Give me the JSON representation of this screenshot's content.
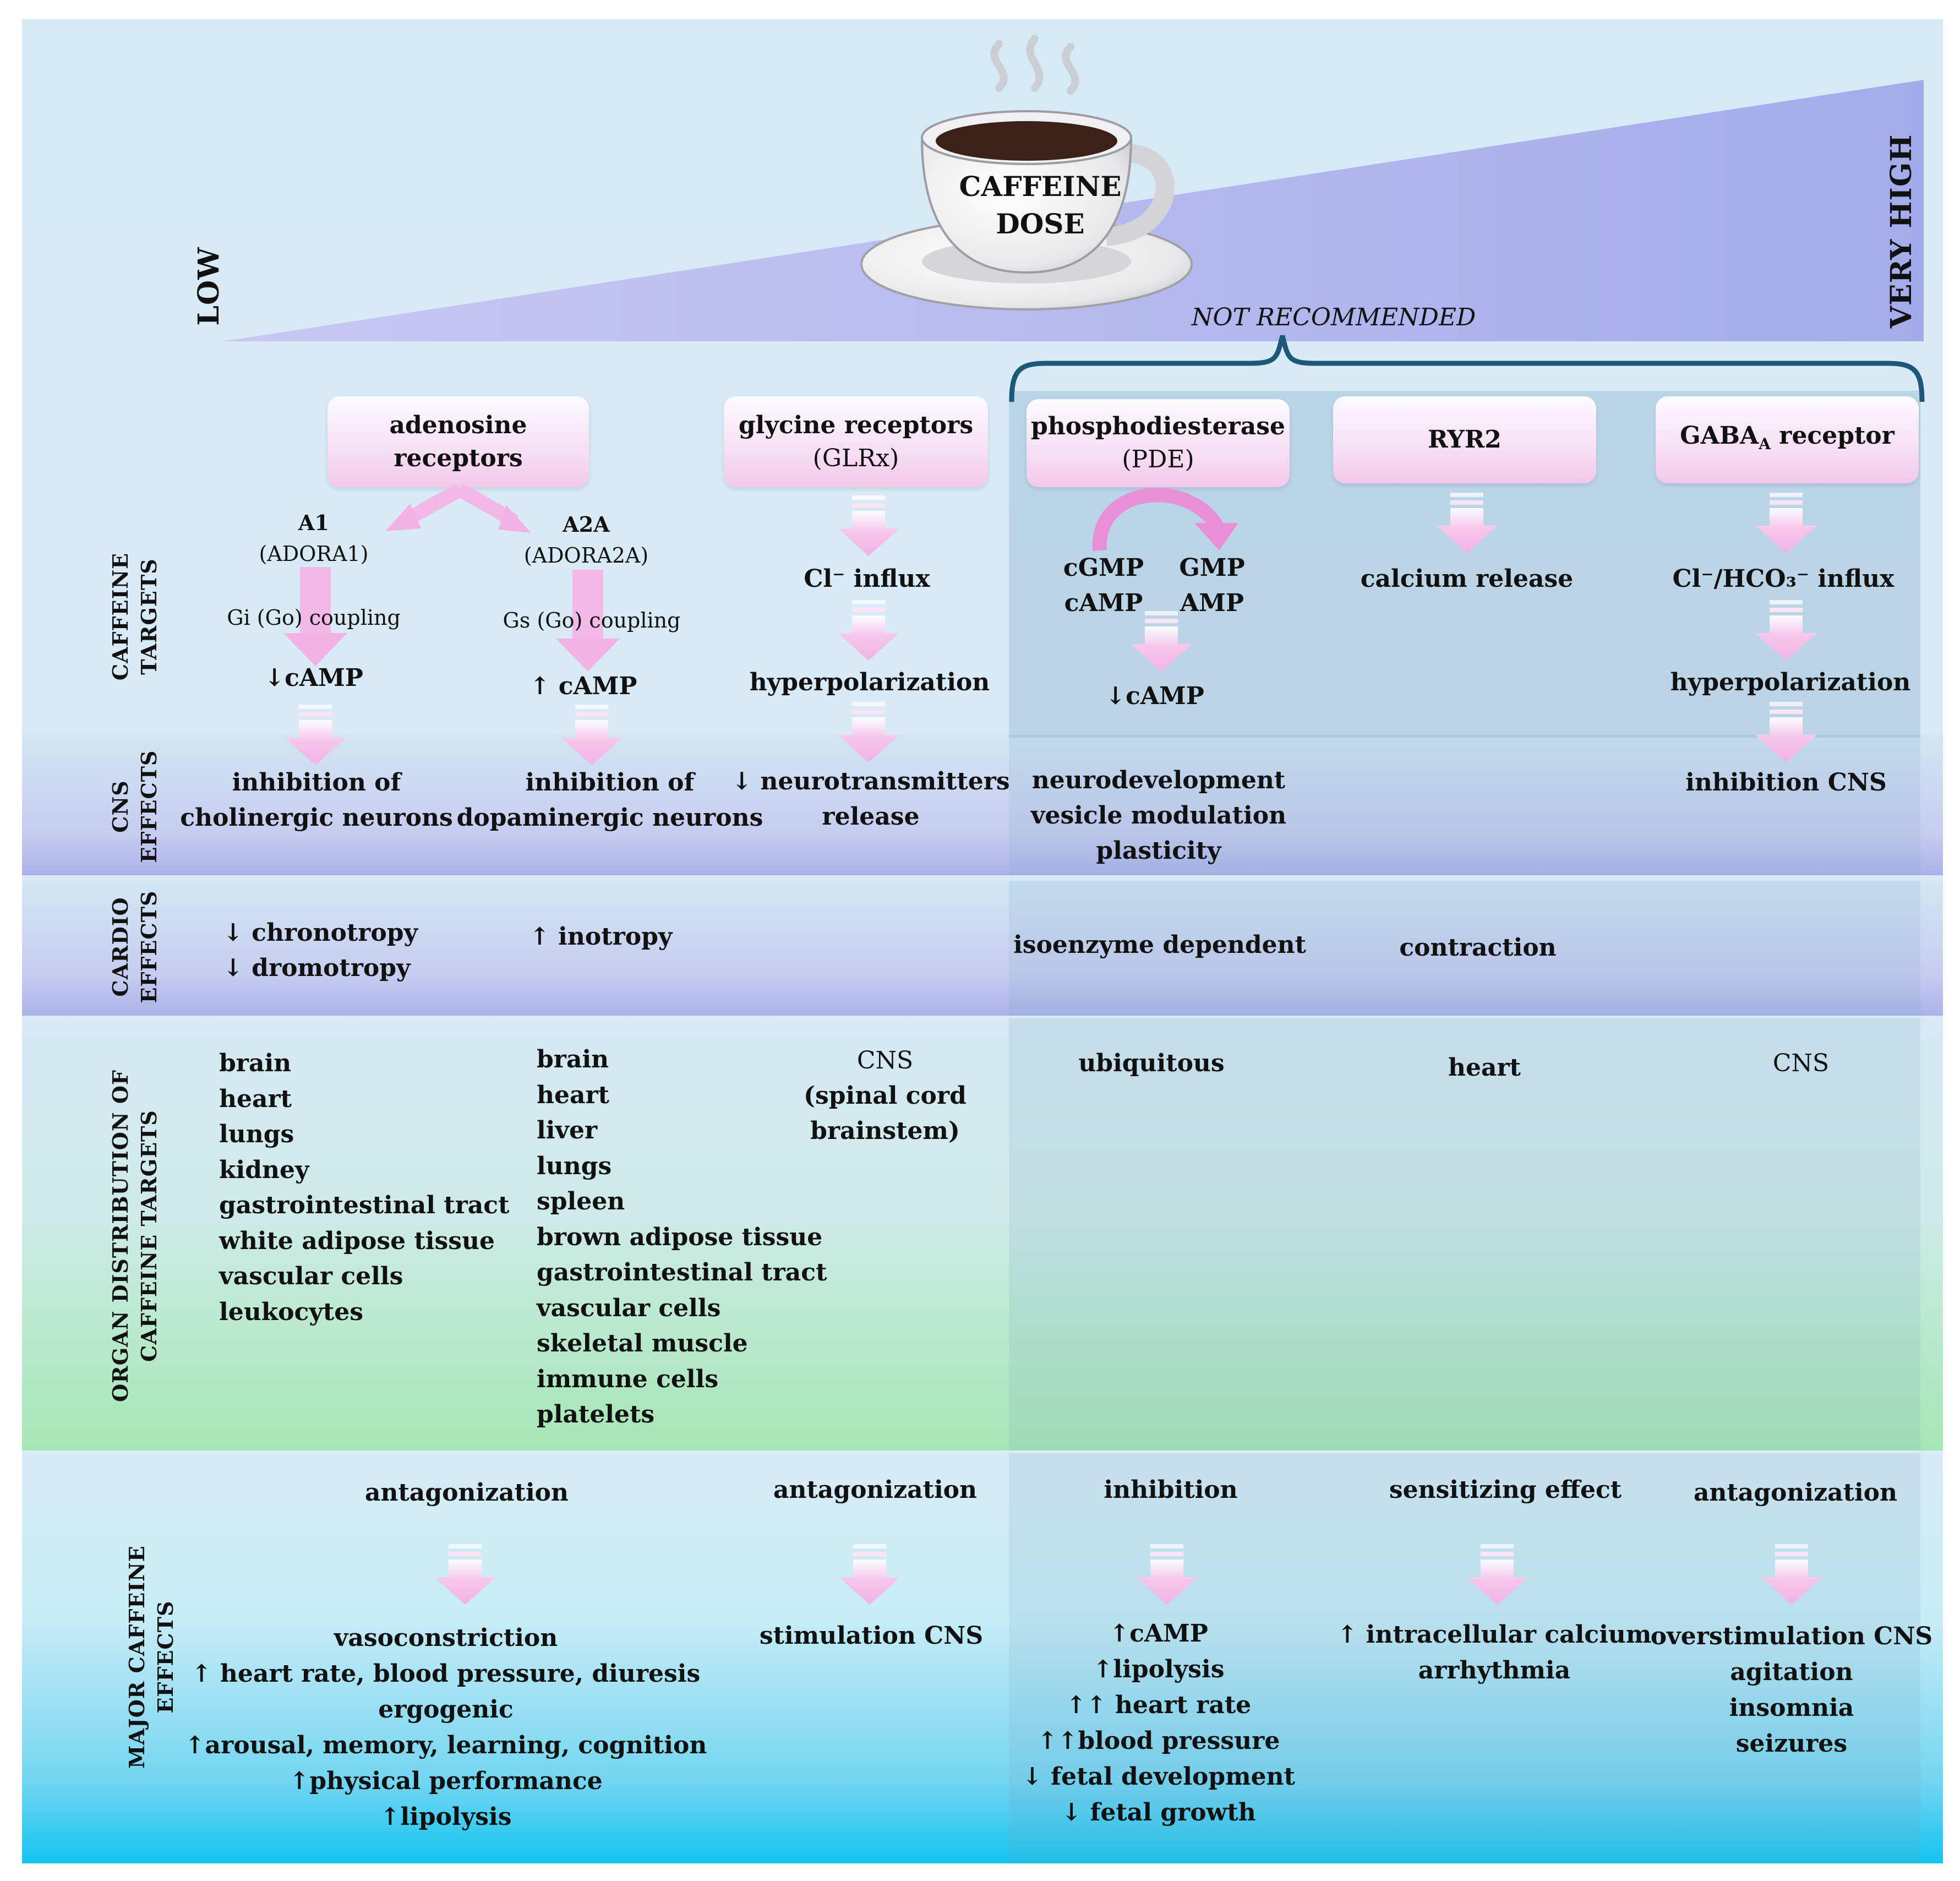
{
  "dose": {
    "cup_line1": "CAFFEINE",
    "cup_line2": "DOSE",
    "low": "LOW",
    "very_high": "VERY HIGH",
    "not_recommended": "NOT RECOMMENDED"
  },
  "row_labels": {
    "targets": [
      "CAFFEINE",
      "TARGETS"
    ],
    "cns": [
      "CNS",
      "EFFECTS"
    ],
    "cardio": [
      "CARDIO",
      "EFFECTS"
    ],
    "organ": [
      "ORGAN DISTRIBUTION OF",
      "CAFFEINE TARGETS"
    ],
    "major": [
      "MAJOR CAFFEINE",
      "EFFECTS"
    ]
  },
  "targets": {
    "adenosine": {
      "label": "adenosine receptors",
      "a1": {
        "name": "A1",
        "gene": "(ADORA1)",
        "coupling": "Gi (Go) coupling",
        "result": "↓cAMP"
      },
      "a2a": {
        "name": "A2A",
        "gene": "(ADORA2A)",
        "coupling": "Gs (Go) coupling",
        "result": "↑ cAMP"
      }
    },
    "glycine": {
      "label": "glycine receptors",
      "sub": "(GLRx)",
      "step1": "Cl⁻ influx",
      "step2": "hyperpolarization"
    },
    "pde": {
      "label": "phosphodiesterase",
      "sub": "(PDE)",
      "cgmp": "cGMP",
      "camp": "cAMP",
      "gmp": "GMP",
      "amp": "AMP",
      "result": "↓cAMP"
    },
    "ryr2": {
      "label": "RYR2",
      "step1": "calcium release"
    },
    "gaba": {
      "label": "GABA",
      "label_sub": "A",
      "label_rest": " receptor",
      "step1": "Cl⁻/HCO₃⁻ influx",
      "step2": "hyperpolarization"
    }
  },
  "cns": {
    "a1": [
      "inhibition of",
      "cholinergic neurons"
    ],
    "a2a": [
      "inhibition of",
      "dopaminergic neurons"
    ],
    "glycine": [
      "↓ neurotransmitters",
      "release"
    ],
    "pde": [
      "neurodevelopment",
      "vesicle modulation",
      "plasticity"
    ],
    "gaba": [
      "inhibition CNS"
    ]
  },
  "cardio": {
    "a1": [
      "↓ chronotropy",
      "↓ dromotropy"
    ],
    "a2a": [
      "↑ inotropy"
    ],
    "pde": [
      "isoenzyme dependent"
    ],
    "ryr2": [
      "contraction"
    ]
  },
  "organ": {
    "a1": [
      "brain",
      "heart",
      "lungs",
      "kidney",
      "gastrointestinal tract",
      "white adipose tissue",
      "vascular cells",
      "leukocytes"
    ],
    "a2a": [
      "brain",
      "heart",
      "liver",
      "lungs",
      "spleen",
      "brown adipose tissue",
      "gastrointestinal tract",
      "vascular cells",
      "skeletal muscle",
      "immune cells",
      "platelets"
    ],
    "glycine": [
      "CNS",
      "(spinal cord",
      "brainstem)"
    ],
    "pde": [
      "ubiquitous"
    ],
    "ryr2": [
      "heart"
    ],
    "gaba": [
      "CNS"
    ]
  },
  "major": {
    "adenosine": {
      "mechanism": "antagonization",
      "effects": [
        "vasoconstriction",
        "↑ heart rate, blood pressure, diuresis",
        "ergogenic",
        "↑arousal, memory, learning, cognition",
        "↑physical performance",
        "↑lipolysis"
      ]
    },
    "glycine": {
      "mechanism": "antagonization",
      "effects": [
        "stimulation CNS"
      ]
    },
    "pde": {
      "mechanism": "inhibition",
      "effects": [
        "↑cAMP",
        "↑lipolysis",
        "↑↑ heart rate",
        "↑↑blood pressure",
        "↓ fetal development",
        "↓ fetal growth"
      ]
    },
    "ryr2": {
      "mechanism": "sensitizing effect",
      "effects": [
        "↑ intracellular calcium",
        "arrhythmia"
      ]
    },
    "gaba": {
      "mechanism": "antagonization",
      "effects": [
        "overstimulation CNS",
        "agitation",
        "insomnia",
        "seizures"
      ]
    }
  },
  "colors": {
    "arrow": "#f4b8e6",
    "wedge": "#b0b6ee",
    "bracket": "#1e5878",
    "shade": "#a3c6d8"
  }
}
